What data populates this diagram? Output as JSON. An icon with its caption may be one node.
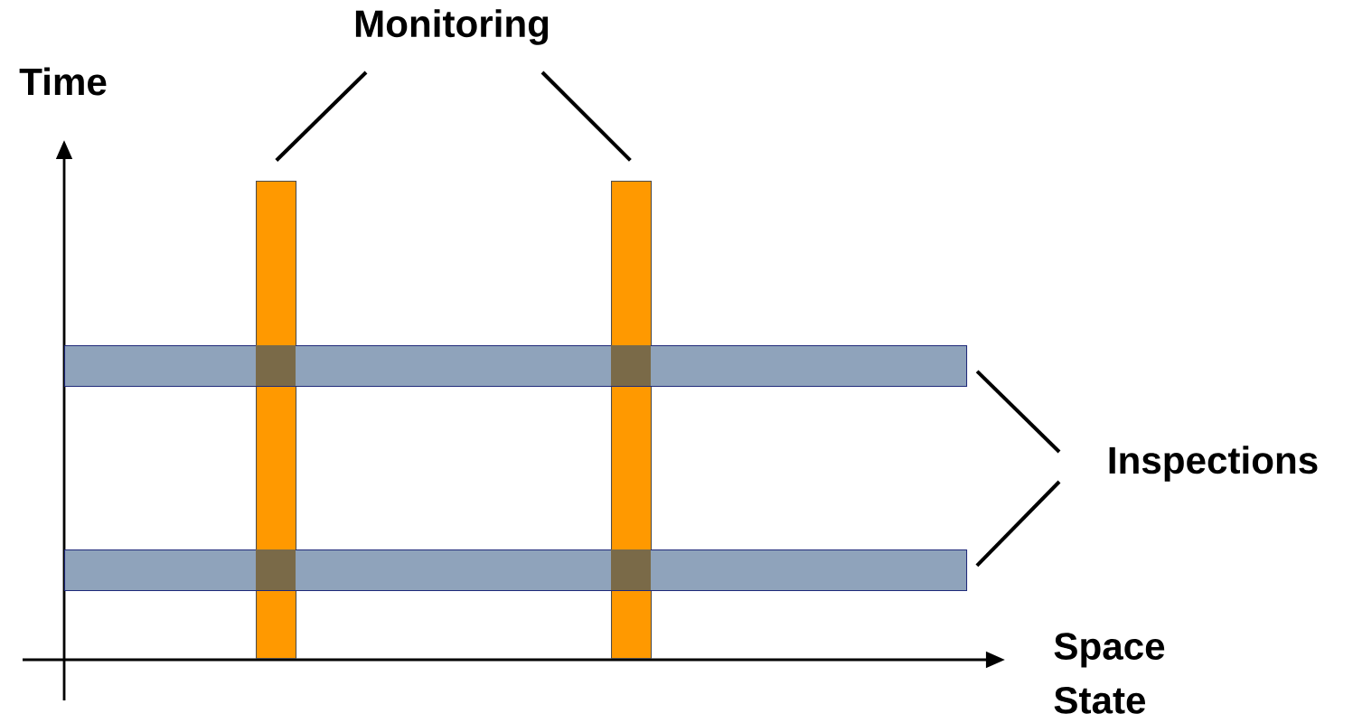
{
  "diagram": {
    "nodes": [
      {
        "text": [
          "Monitoring"
        ]
      },
      {
        "text": [],
        "shape": "bar"
      },
      {
        "text": [],
        "shape": "bar"
      },
      {
        "text": [],
        "shape": "bar"
      },
      {
        "text": [
          "Inspections"
        ]
      },
      {
        "text": [],
        "shape": "bar"
      }
    ],
    "edges": [
      {
        "from": 0,
        "to": 1,
        "arrow": "none"
      },
      {
        "from": 0,
        "to": 2,
        "arrow": "none"
      },
      {
        "from": 4,
        "to": 3,
        "arrow": "none"
      },
      {
        "from": 4,
        "to": 5,
        "arrow": "none"
      }
    ],
    "labels": [
      "Time",
      "Space State"
    ]
  }
}
